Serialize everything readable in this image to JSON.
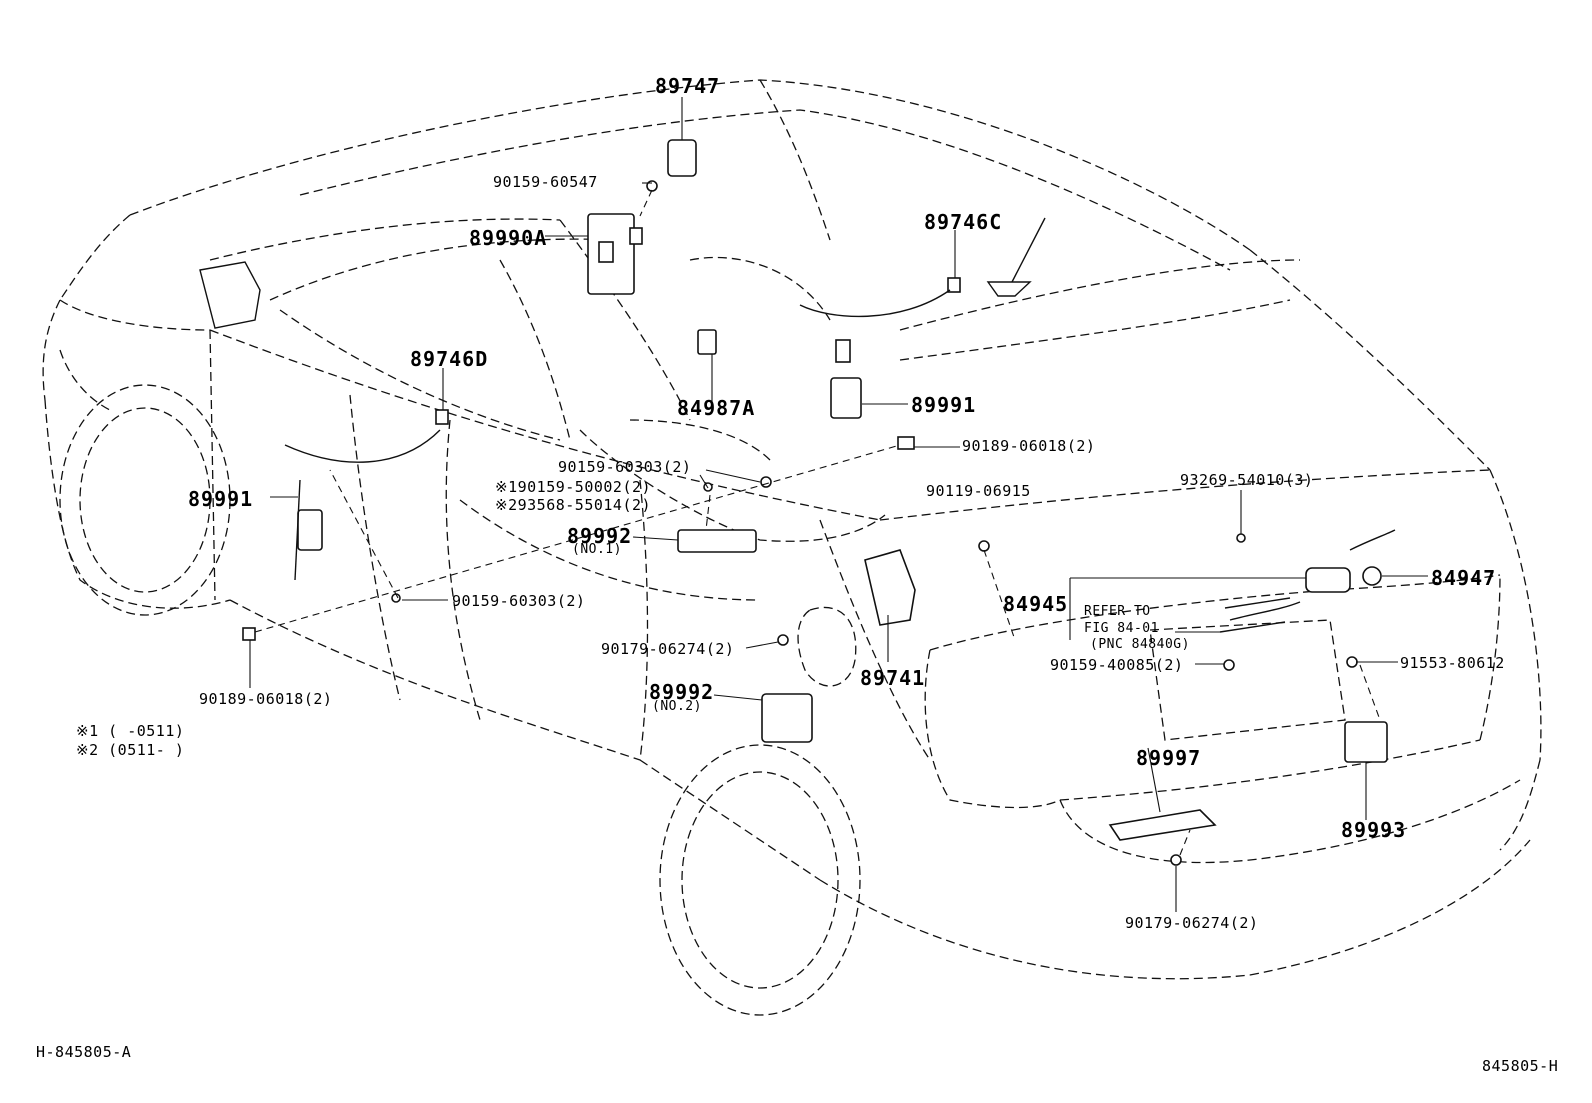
{
  "labels": {
    "p89747": "89747",
    "p90159_60547": "90159-60547",
    "p89990A": "89990A",
    "p89746C": "89746C",
    "p89746D": "89746D",
    "p84987A": "84987A",
    "p89991_right": "89991",
    "p90189_06018_right": "90189-06018(2)",
    "p90159_60303_mid": "90159-60303(2)",
    "p90119_06915": "90119-06915",
    "p90159_50002": "※190159-50002(2)",
    "p93568_55014": "※293568-55014(2)",
    "p89992_no1": "89992",
    "p89992_no1_sub": "(NO.1)",
    "p89991_left": "89991",
    "p90159_60303_left": "90159-60303(2)",
    "p90189_06018_left": "90189-06018(2)",
    "p90179_06274_mid": "90179-06274(2)",
    "p89992_no2": "89992",
    "p89992_no2_sub": "(NO.2)",
    "p89741": "89741",
    "p93269_54010": "93269-54010(3)",
    "p84947": "84947",
    "p84945": "84945",
    "refer_to": "REFER TO",
    "fig_ref": "FIG 84-01",
    "pnc_ref": "(PNC 84840G)",
    "p90159_40085": "90159-40085(2)",
    "p91553_80612": "91553-80612",
    "p89997": "89997",
    "p89993": "89993",
    "p90179_06274_bottom": "90179-06274(2)",
    "note1": "※1 (     -0511)",
    "note2": "※2 (0511-     )",
    "diagram_id_left": "H-845805-A",
    "diagram_id_right": "845805-H"
  }
}
